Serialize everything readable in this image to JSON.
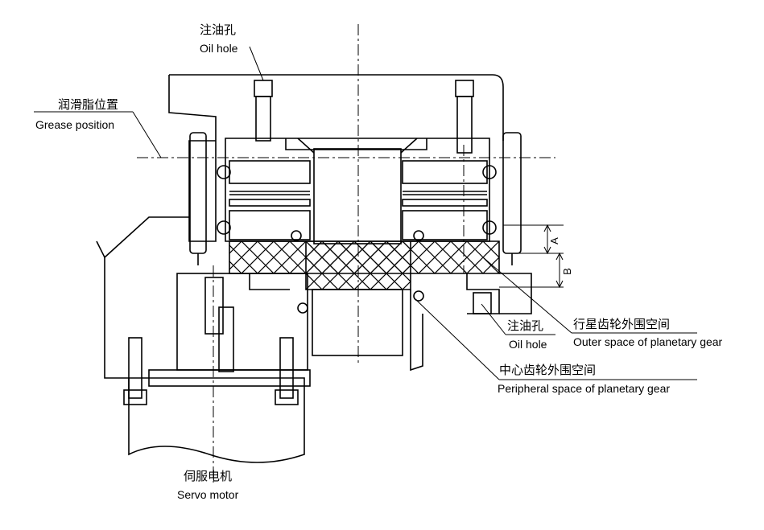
{
  "labels": {
    "oil_hole_top": {
      "zh": "注油孔",
      "en": "Oil hole"
    },
    "grease_position": {
      "zh": "润滑脂位置",
      "en": "Grease position"
    },
    "outer_space": {
      "zh": "行星齿轮外围空间",
      "en": "Outer space of planetary gear"
    },
    "oil_hole_bottom": {
      "zh": "注油孔",
      "en": "Oil hole"
    },
    "peripheral_space": {
      "zh": "中心齿轮外围空间",
      "en": "Peripheral space of planetary gear"
    },
    "servo_motor": {
      "zh": "伺服电机",
      "en": "Servo motor"
    }
  },
  "dimensions": {
    "a": "A",
    "b": "B"
  }
}
